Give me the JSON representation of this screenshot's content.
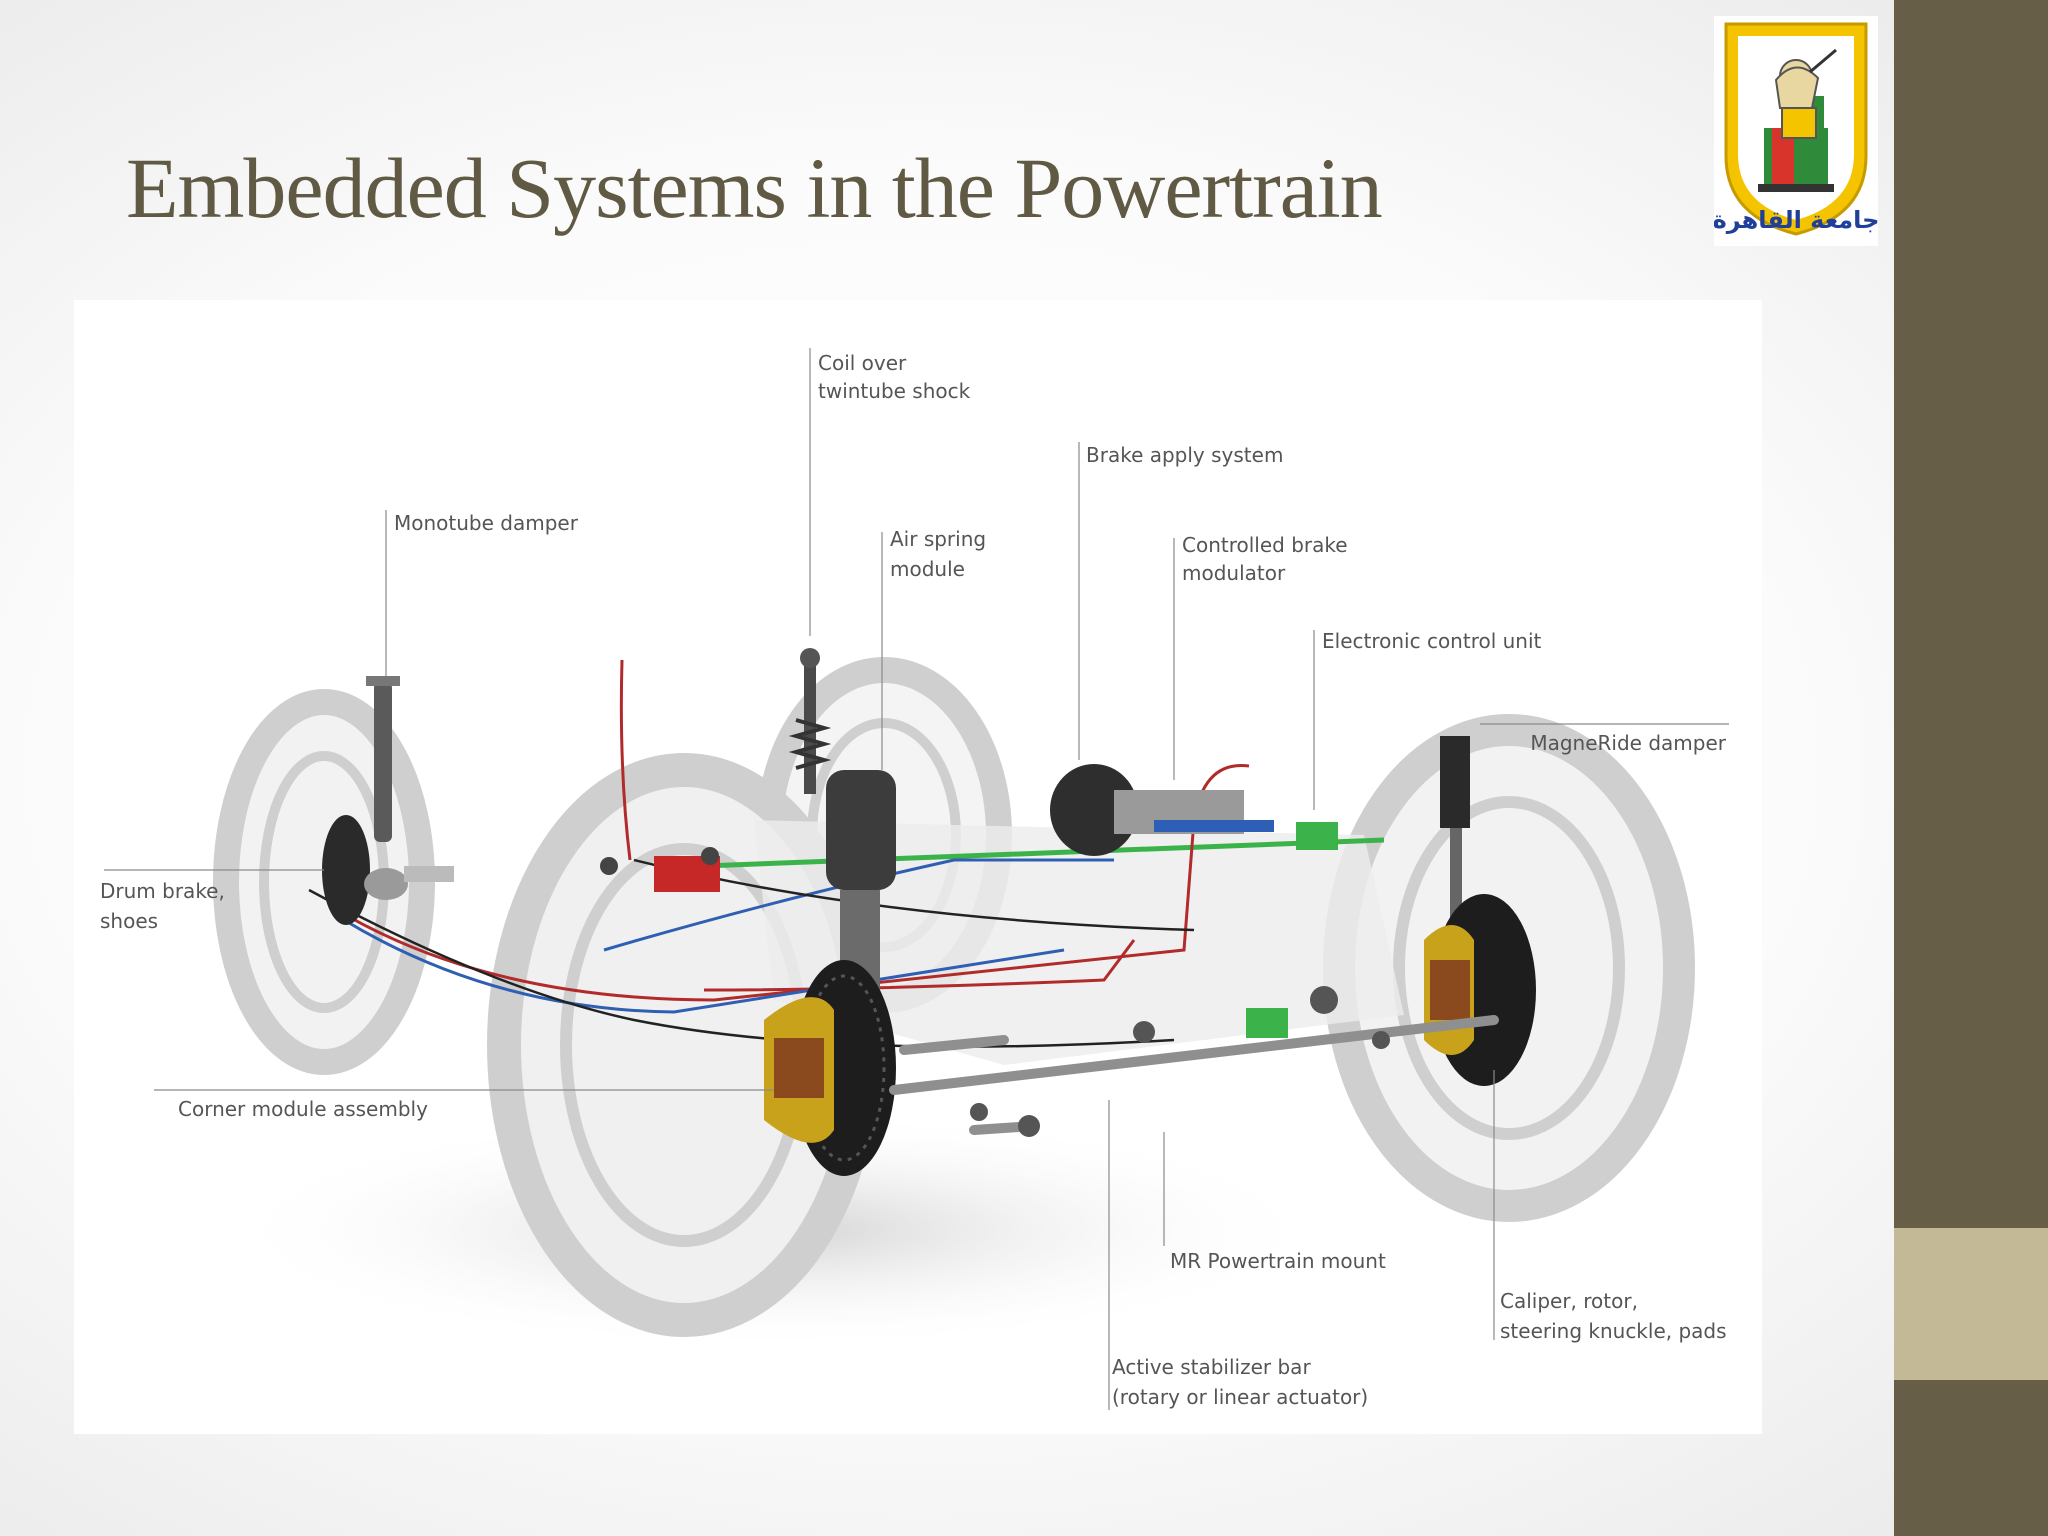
{
  "slide": {
    "title": "Embedded Systems in the Powertrain"
  },
  "logo": {
    "name": "university-crest",
    "arabic_text": "جامعة القاهرة"
  },
  "colors": {
    "sidebar": "#675e47",
    "sidebar_accent": "#c3b996",
    "title": "#605a44"
  },
  "diagram": {
    "labels": {
      "coil_over_line1": "Coil over",
      "coil_over_line2": "twintube shock",
      "brake_apply": "Brake apply system",
      "monotube": "Monotube damper",
      "air_spring_line1": "Air spring",
      "air_spring_line2": "module",
      "controlled_brake_line1": "Controlled brake",
      "controlled_brake_line2": "modulator",
      "ecu": "Electronic control unit",
      "magneride": "MagneRide damper",
      "drum_brake_line1": "Drum brake,",
      "drum_brake_line2": "shoes",
      "corner_module": "Corner module assembly",
      "mr_mount": "MR Powertrain mount",
      "caliper_line1": "Caliper, rotor,",
      "caliper_line2": "steering knuckle, pads",
      "stabilizer_line1": "Active stabilizer bar",
      "stabilizer_line2": "(rotary or linear actuator)"
    }
  }
}
